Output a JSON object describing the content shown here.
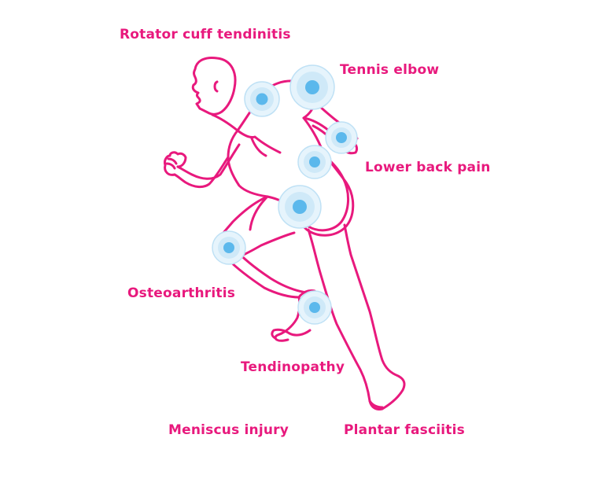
{
  "colors": {
    "outline": "#e8197d",
    "marker": "#5bb8ec",
    "halo": "#cfe9f8",
    "ring": "#bfe1f5"
  },
  "labels": {
    "rotator_cuff": "Rotator cuff tendinitis",
    "tennis_elbow": "Tennis elbow",
    "lower_back": "Lower back pain",
    "osteoarthritis": "Osteoarthritis",
    "tendinopathy": "Tendinopathy",
    "meniscus": "Meniscus injury",
    "plantar": "Plantar fasciitis"
  },
  "markers": [
    {
      "name": "shoulder-marker"
    },
    {
      "name": "elbow-marker"
    },
    {
      "name": "wrist-marker"
    },
    {
      "name": "lower-back-marker"
    },
    {
      "name": "hip-marker"
    },
    {
      "name": "knee-marker"
    },
    {
      "name": "calf-marker"
    }
  ]
}
